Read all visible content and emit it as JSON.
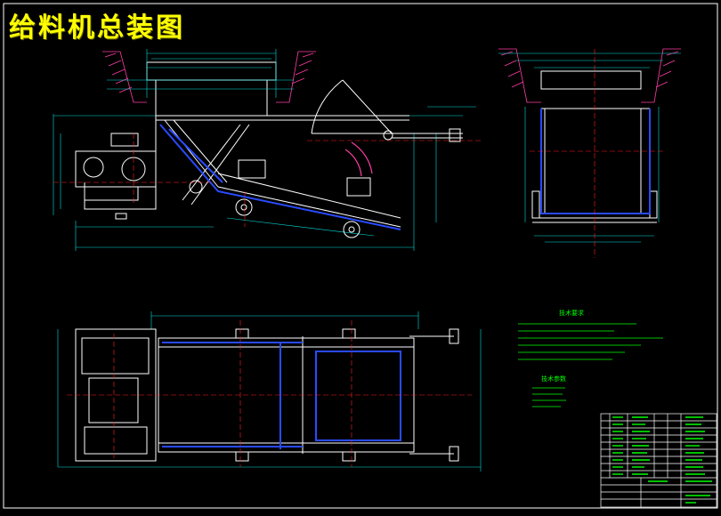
{
  "title": "给料机总装图",
  "colors": {
    "background": "#000000",
    "frame": "#ffffff",
    "outline": "#ffffff",
    "centerline": "#ff2020",
    "dimension": "#00e0e0",
    "highlight": "#2a4bff",
    "notes": "#00ff00",
    "table_text": "#00ff00",
    "hatch": "#ff3da6",
    "title_text": "#ffff00"
  },
  "notes_heading": "技术要求",
  "params_heading": "技术参数"
}
